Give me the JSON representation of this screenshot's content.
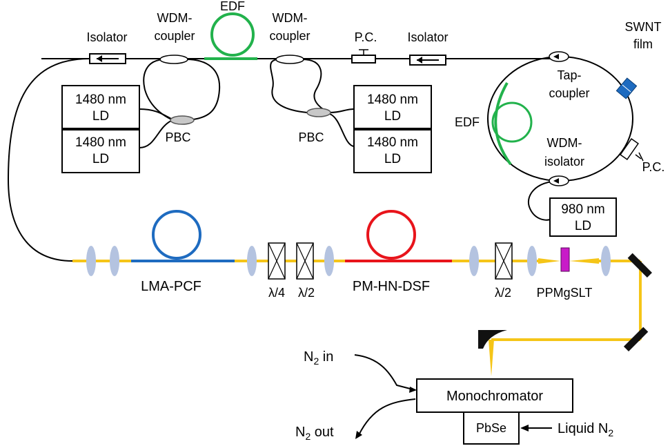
{
  "colors": {
    "fiber": "#000000",
    "beam": "#F5C518",
    "edf": "#22B24C",
    "lma_pcf": "#1E6BC0",
    "hn_dsf": "#E8141B",
    "lens": "#B4C3E0",
    "ppmgslt": "#C81BC8",
    "swnt": "#1E6BC0",
    "mirror": "#111111"
  },
  "labels": {
    "isolator_top_left": "Isolator",
    "wdm_left": [
      "WDM-",
      "coupler"
    ],
    "edf_top": "EDF",
    "wdm_right": [
      "WDM-",
      "coupler"
    ],
    "pc_top": "P.C.",
    "isolator_top_right": "Isolator",
    "swnt": [
      "SWNT",
      "film"
    ],
    "tap_coupler": [
      "Tap-",
      "coupler"
    ],
    "edf_ring": "EDF",
    "wdm_isolator": [
      "WDM-",
      "isolator"
    ],
    "pc_ring": "P.C.",
    "pbc_left": "PBC",
    "pbc_right": "PBC",
    "lma_pcf": "LMA-PCF",
    "quarter_wave": "λ/4",
    "half_wave_1": "λ/2",
    "pm_hn_dsf": "PM-HN-DSF",
    "half_wave_2": "λ/2",
    "ppmgslt": "PPMgSLT",
    "n2_in": [
      "N",
      "2",
      " in"
    ],
    "n2_out": [
      "N",
      "2",
      " out"
    ],
    "monochromator": "Monochromator",
    "pbse": "PbSe",
    "liquid_n2": [
      "Liquid N",
      "2"
    ]
  },
  "boxes": {
    "ld_left_1": [
      "1480 nm",
      "LD"
    ],
    "ld_left_2": [
      "1480 nm",
      "LD"
    ],
    "ld_right_1": [
      "1480 nm",
      "LD"
    ],
    "ld_right_2": [
      "1480 nm",
      "LD"
    ],
    "ld_980": [
      "980 nm",
      "LD"
    ]
  }
}
